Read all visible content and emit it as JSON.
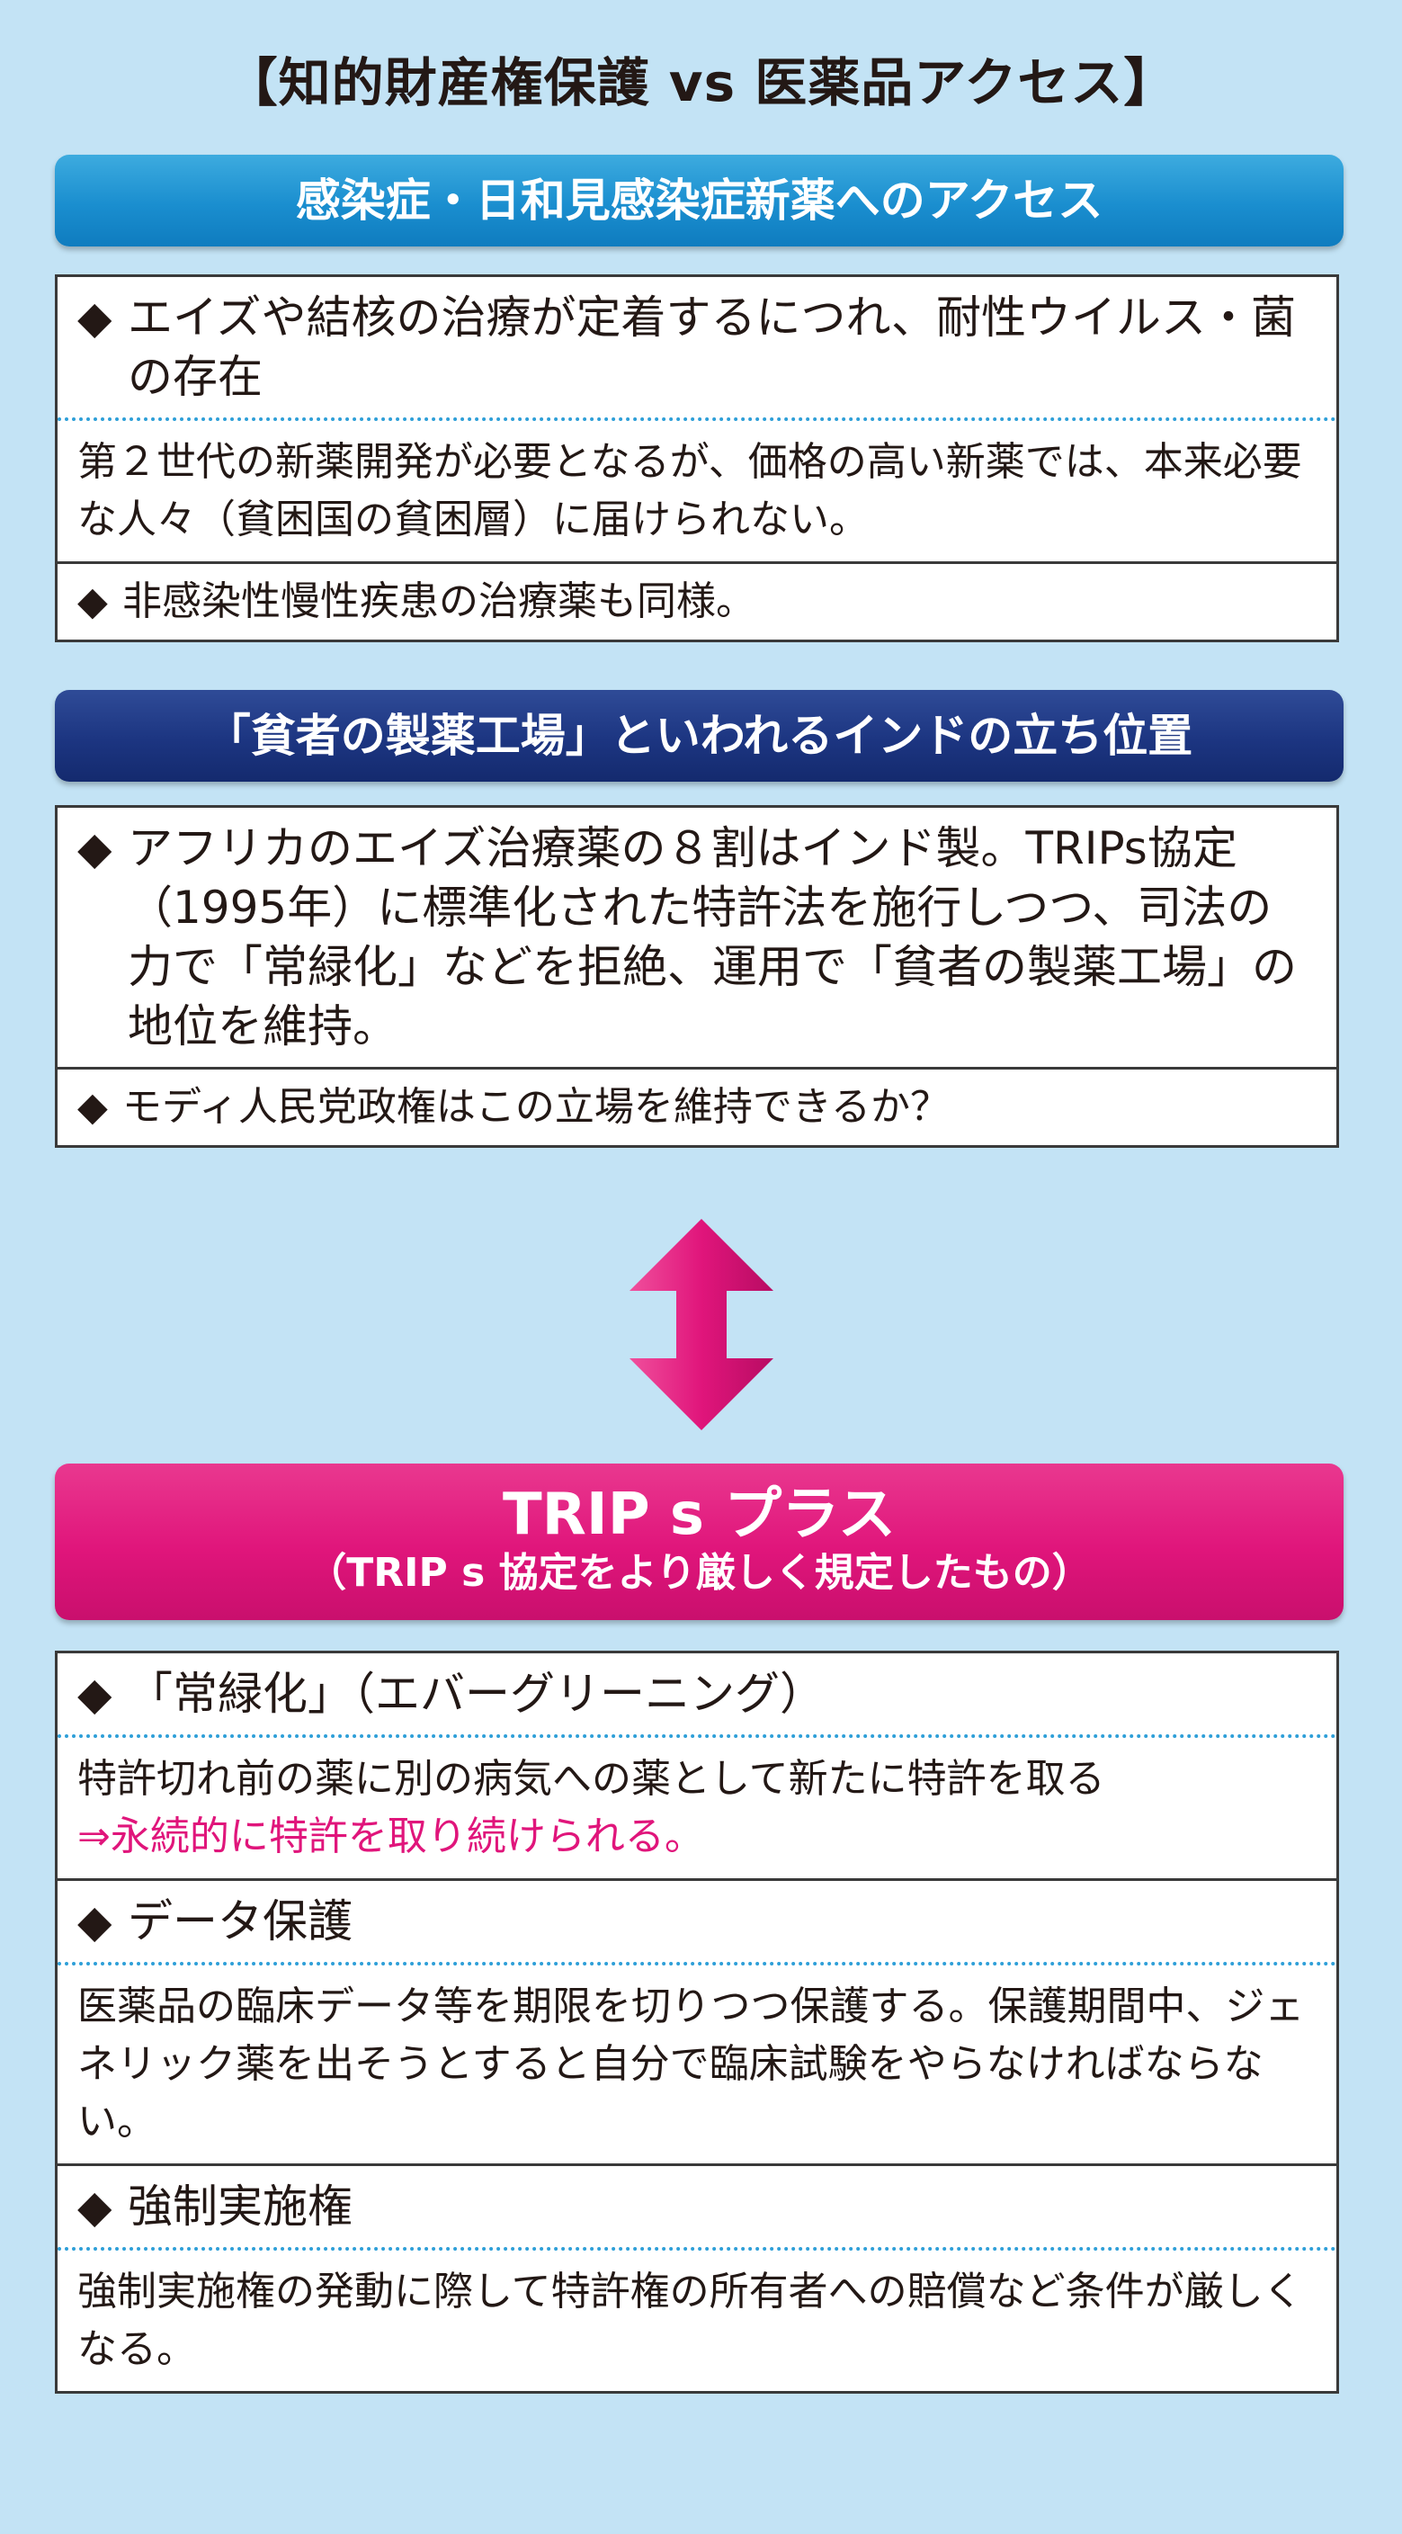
{
  "title": "【知的財産権保護 vs 医薬品アクセス】",
  "colors": {
    "background": "#c3e3f5",
    "blue_banner": "#1a8ecf",
    "navy_banner": "#1c3581",
    "pink": "#e0157b",
    "dotted_rule": "#2e9fd8"
  },
  "section1": {
    "banner": "感染症・日和見感染症新薬へのアクセス",
    "item1_marker": "◆",
    "item1_heading": "エイズや結核の治療が定着するにつれ、耐性ウイルス・菌の存在",
    "item1_body": "第２世代の新薬開発が必要となるが、価格の高い新薬では、本来必要な人々（貧困国の貧困層）に届けられない。",
    "item2_marker": "◆",
    "item2_text": "非感染性慢性疾患の治療薬も同様。"
  },
  "section2": {
    "banner": "「貧者の製薬工場」といわれるインドの立ち位置",
    "item1_marker": "◆",
    "item1_text": "アフリカのエイズ治療薬の８割はインド製。TRIPs協定（1995年）に標準化された特許法を施行しつつ、司法の力で「常緑化」などを拒絶、運用で「貧者の製薬工場」の地位を維持。",
    "item2_marker": "◆",
    "item2_text": "モディ人民党政権はこの立場を維持できるか？"
  },
  "arrow_icon": "double-arrow-up-down",
  "section3": {
    "banner_main": "TRIP s プラス",
    "banner_sub": "（TRIP s 協定をより厳しく規定したもの）",
    "items": [
      {
        "marker": "◆",
        "heading": "「常緑化」（エバーグリーニング）",
        "body": "特許切れ前の薬に別の病気への薬として新たに特許を取る",
        "highlight": "⇒永続的に特許を取り続けられる。"
      },
      {
        "marker": "◆",
        "heading": "データ保護",
        "body": "医薬品の臨床データ等を期限を切りつつ保護する。保護期間中、ジェネリック薬を出そうとすると自分で臨床試験をやらなければならない。"
      },
      {
        "marker": "◆",
        "heading": "強制実施権",
        "body": "強制実施権の発動に際して特許権の所有者への賠償など条件が厳しくなる。"
      }
    ]
  }
}
